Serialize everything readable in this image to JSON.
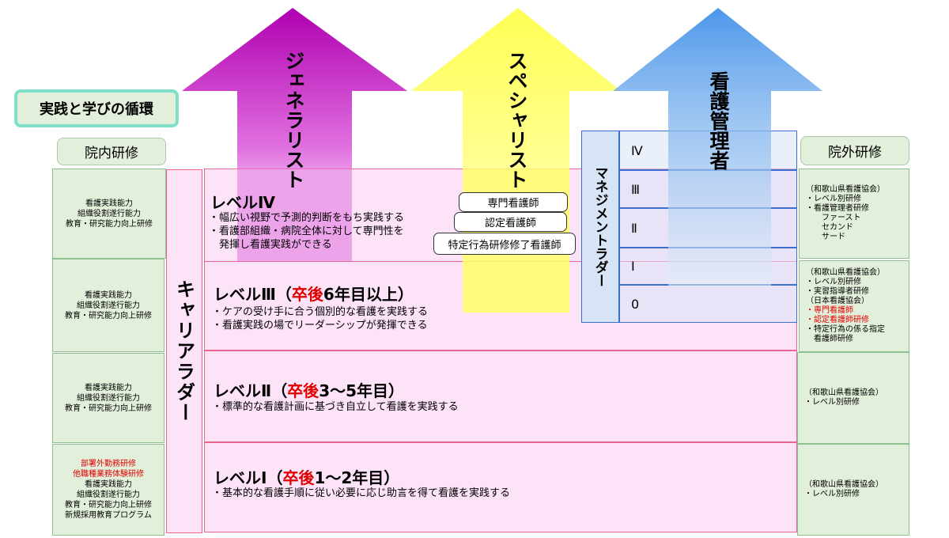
{
  "title": "実践と学びの循環",
  "header_left": "院内研修",
  "header_right": "院外研修",
  "career_ladder": "キャリアラダー",
  "arrows": {
    "generalist": "ジェネラリスト",
    "specialist": "スペシャリスト",
    "manager": "看護管理者"
  },
  "specialist_badges": [
    "専門看護師",
    "認定看護師",
    "特定行為研修修了看護師"
  ],
  "management_ladder": {
    "label": "マネジメントラダー",
    "levels": [
      "Ⅳ",
      "Ⅲ",
      "Ⅱ",
      "Ⅰ",
      "0"
    ]
  },
  "levels": [
    {
      "name": "レベルⅣ",
      "years_prefix": "",
      "years_red": "",
      "years_suffix": "",
      "bullets": [
        "・幅広い視野で予測的判断をもち実践する",
        "・看護部組織・病院全体に対して専門性を",
        "　発揮し看護実践ができる"
      ]
    },
    {
      "name": "レベルⅢ",
      "years_prefix": "（",
      "years_red": "卒後",
      "years_suffix": "6年目以上）",
      "bullets": [
        "・ケアの受け手に合う個別的な看護を実践する",
        "・看護実践の場でリーダーシップが発揮できる"
      ]
    },
    {
      "name": "レベルⅡ",
      "years_prefix": "（",
      "years_red": "卒後",
      "years_suffix": "3～5年目）",
      "bullets": [
        "・標準的な看護計画に基づき自立して看護を実践する"
      ]
    },
    {
      "name": "レベルⅠ",
      "years_prefix": "（",
      "years_red": "卒後",
      "years_suffix": "1～2年目）",
      "bullets": [
        "・基本的な看護手順に従い必要に応じ助言を得て看護を実践する"
      ]
    }
  ],
  "inner_training": [
    {
      "red_lines": [],
      "lines": [
        "看護実践能力",
        "組織役割遂行能力",
        "教育・研究能力向上研修"
      ]
    },
    {
      "red_lines": [],
      "lines": [
        "看護実践能力",
        "組織役割遂行能力",
        "教育・研究能力向上研修"
      ]
    },
    {
      "red_lines": [],
      "lines": [
        "看護実践能力",
        "組織役割遂行能力",
        "教育・研究能力向上研修"
      ]
    },
    {
      "red_lines": [
        "部署外勤務研修",
        "他職種業務体験研修"
      ],
      "lines": [
        "看護実践能力",
        "組織役割遂行能力",
        "教育・研究能力向上研修",
        "新規採用教育プログラム"
      ]
    }
  ],
  "outer_training": [
    {
      "lines": [
        "（和歌山県看護協会）",
        "・レベル別研修",
        "・看護管理者研修",
        "　　ファースト",
        "　　セカンド",
        "　　サード"
      ],
      "red_lines": [],
      "after_red": []
    },
    {
      "lines": [
        "（和歌山県看護協会）",
        "・レベル別研修",
        "・実習指導者研修",
        "（日本看護協会）"
      ],
      "red_lines": [
        "・専門看護師",
        "・認定看護師研修"
      ],
      "after_red": [
        "・特定行為の係る指定",
        "　看護師研修"
      ]
    },
    {
      "lines": [
        "（和歌山県看護協会）",
        "・レベル別研修"
      ],
      "red_lines": [],
      "after_red": []
    },
    {
      "lines": [
        "（和歌山県看護協会）",
        "・レベル別研修"
      ],
      "red_lines": [],
      "after_red": []
    }
  ],
  "colors": {
    "generalist_arrow": "#c000c0",
    "specialist_arrow": "#ffff66",
    "manager_arrow": "#4f9ae8",
    "red_text": "#e00000",
    "pink_fill": "#fde3f7",
    "green_fill": "#e2efda"
  }
}
